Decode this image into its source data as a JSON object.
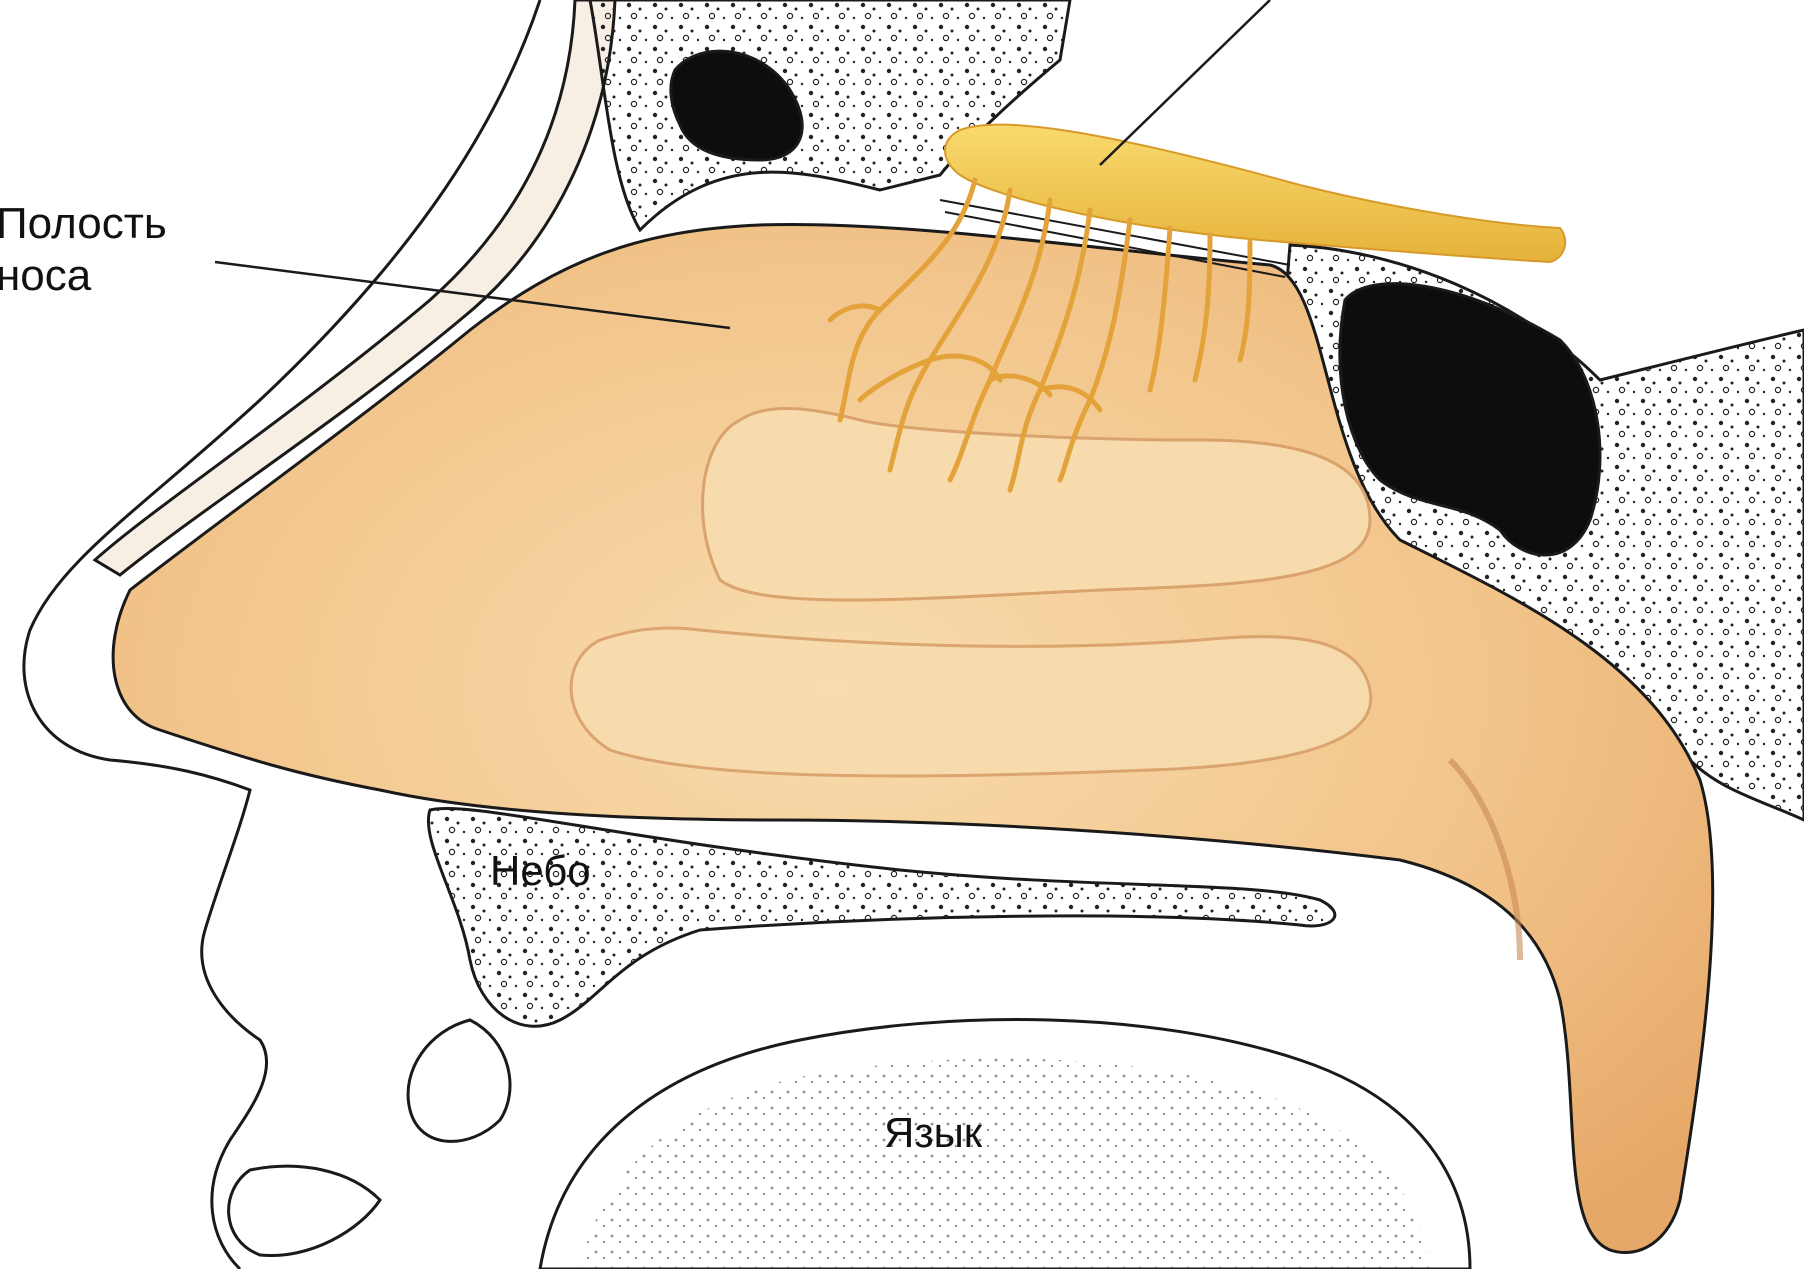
{
  "labels": {
    "nasal_cavity_line1": "Полость",
    "nasal_cavity_line2": "носа",
    "palate": "Небо",
    "tongue": "Язык"
  },
  "colors": {
    "cavity_fill": "#f2c48a",
    "cavity_highlight": "#f8dcae",
    "olfactory_bulb": "#f5c84c",
    "olfactory_nerves": "#e3a33a",
    "sinus": "#0d0d0d",
    "outline": "#1a1a1a"
  }
}
